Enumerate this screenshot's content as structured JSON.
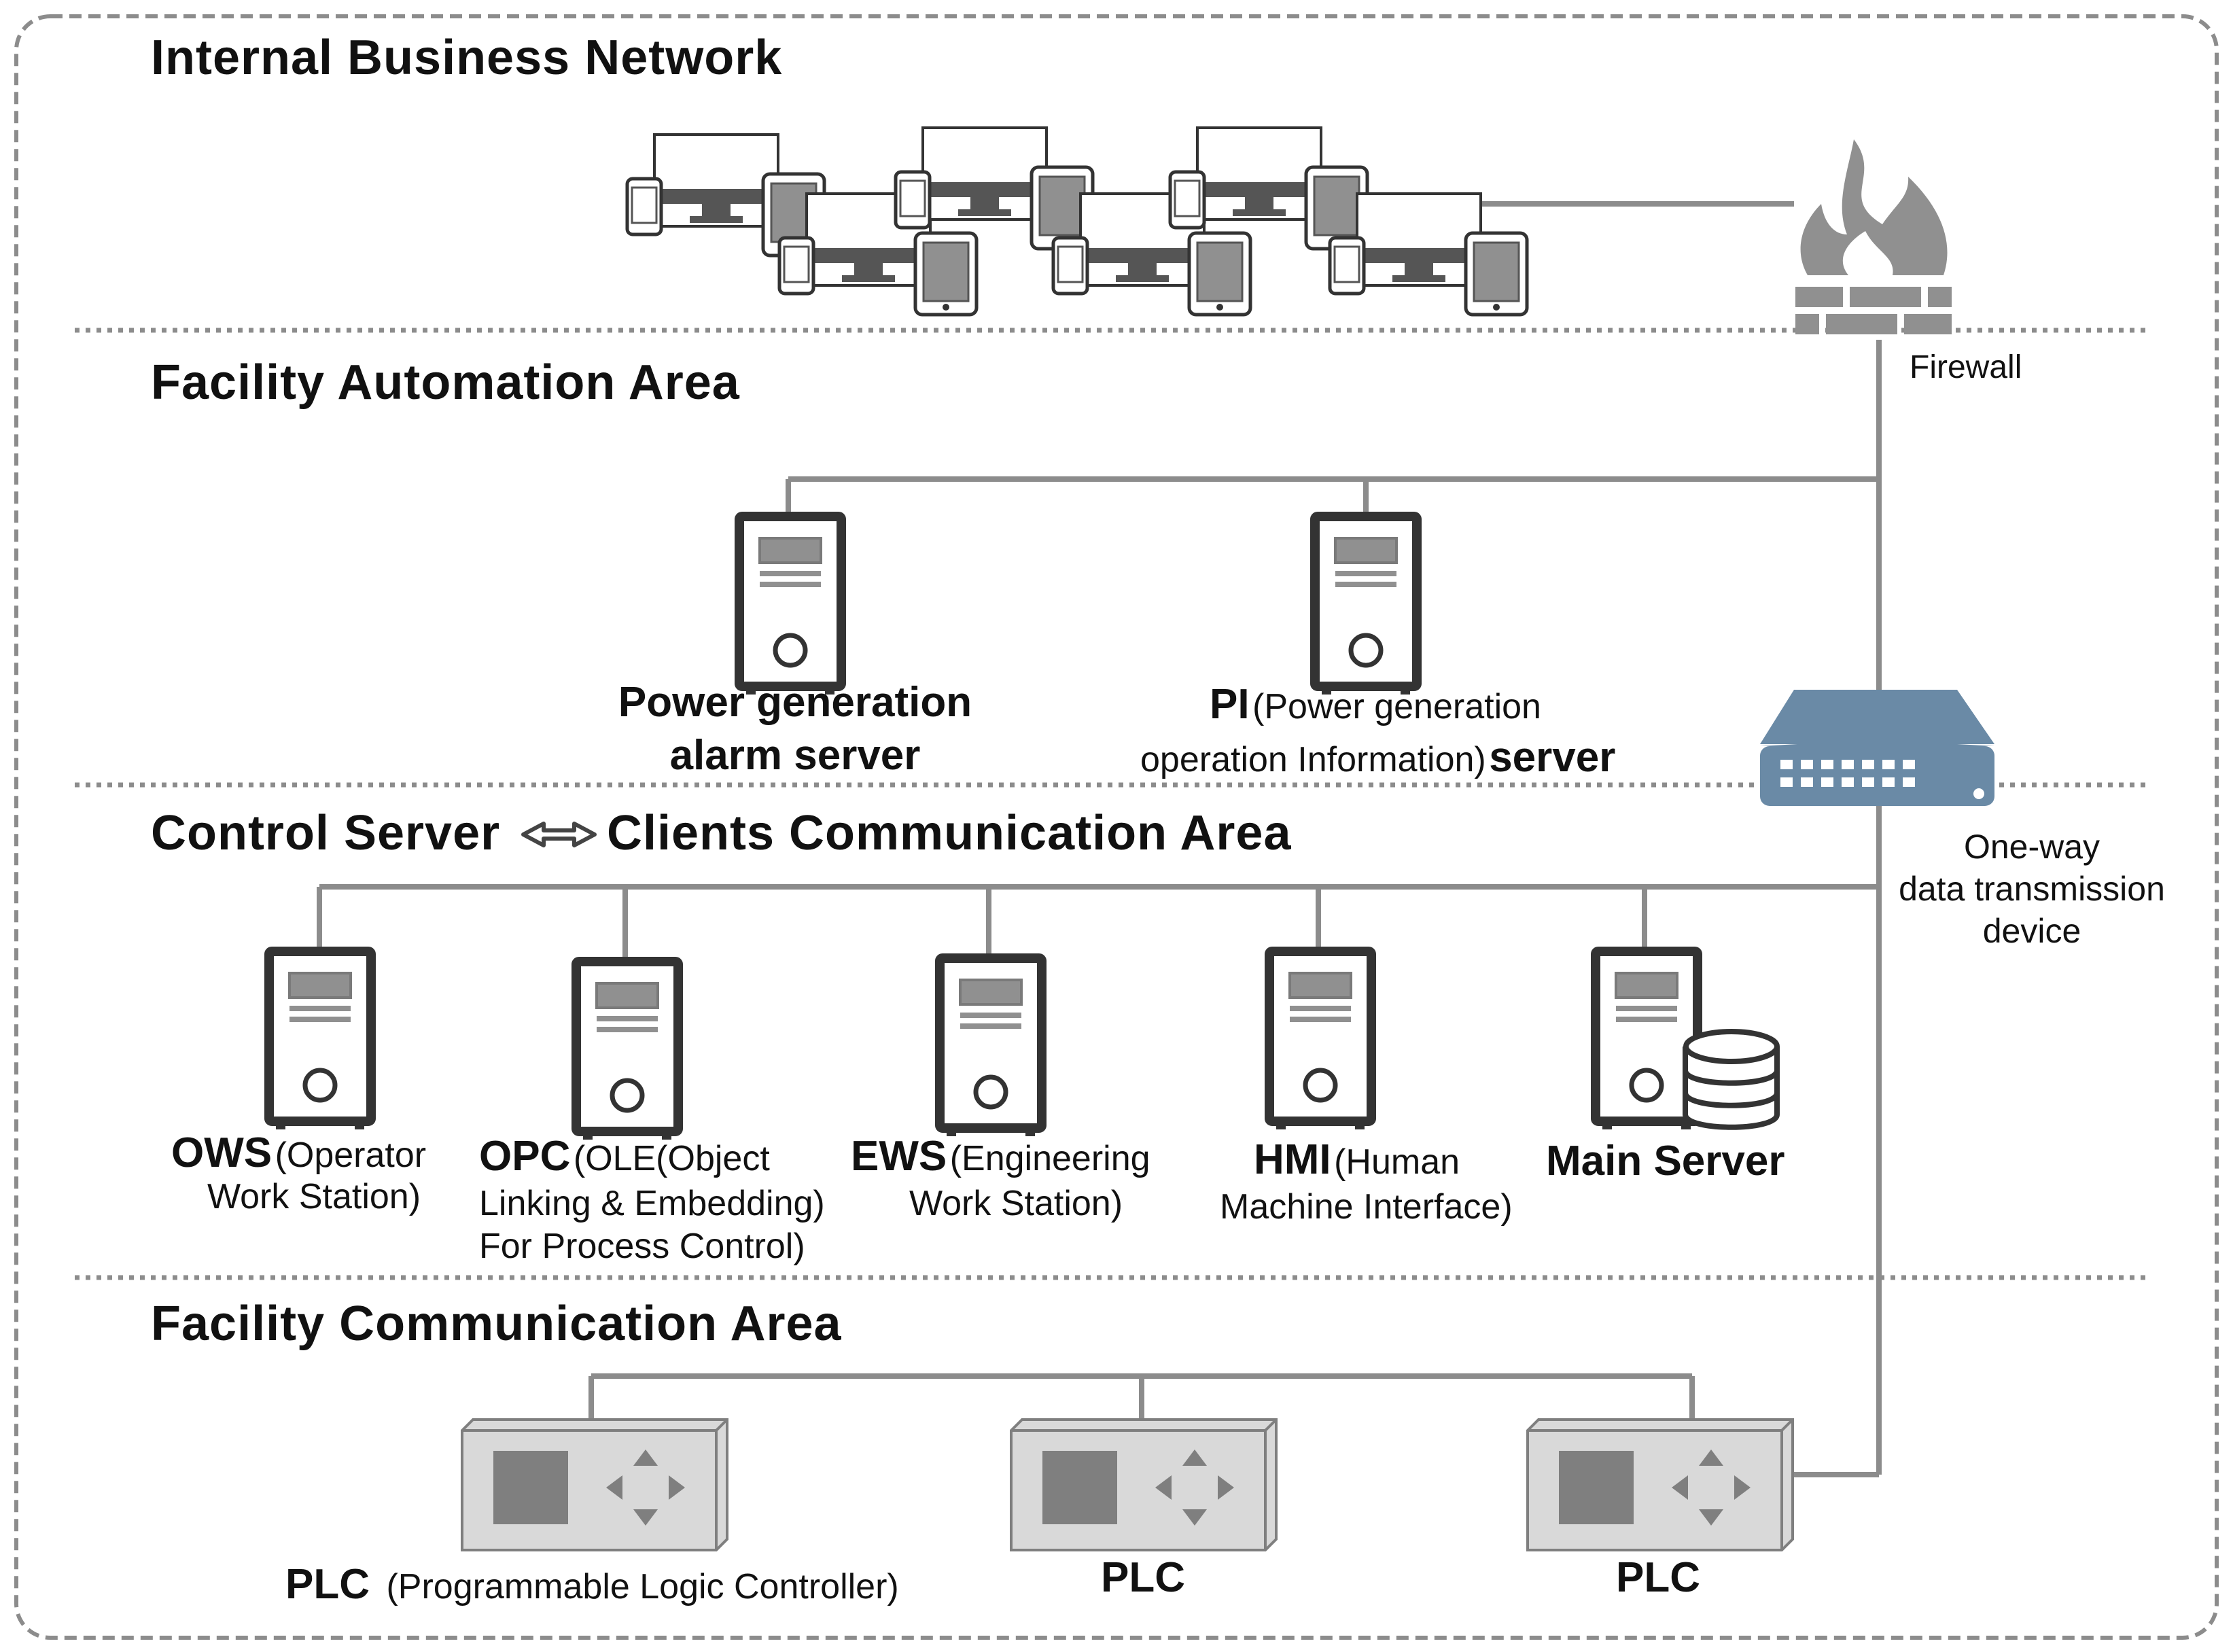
{
  "zones": {
    "internal": "Internal Business Network",
    "automation": "Facility Automation Area",
    "control_left": "Control Server",
    "control_right": "Clients Communication Area",
    "facility": "Facility Communication Area"
  },
  "devices": {
    "firewall": "Firewall",
    "oneway_line1": "One-way",
    "oneway_line2": "data transmission",
    "oneway_line3": "device"
  },
  "servers": {
    "alarm_line1": "Power generation",
    "alarm_line2": "alarm server",
    "pi_bold": "PI",
    "pi_paren": "(Power generation",
    "pi_line2": "operation Information)",
    "pi_line2_bold": "server"
  },
  "clients": {
    "ows_bold": "OWS",
    "ows_paren": "(Operator",
    "ows_line2": "Work Station)",
    "opc_bold": "OPC",
    "opc_paren": "(OLE(Object",
    "opc_line2": "Linking & Embedding)",
    "opc_line3": "For Process Control)",
    "ews_bold": "EWS",
    "ews_paren": "(Engineering",
    "ews_line2": "Work Station)",
    "hmi_bold": "HMI",
    "hmi_paren": "(Human",
    "hmi_line2": "Machine Interface)",
    "main": "Main Server"
  },
  "plcs": {
    "plc1_bold": "PLC",
    "plc1_paren": "(Programmable Logic Controller)",
    "plc2": "PLC",
    "plc3": "PLC"
  },
  "colors": {
    "line": "#8c8c8c",
    "device_dark": "#333333",
    "device_gray": "#909090",
    "switch_blue": "#6a8aa6",
    "plc_body": "#d9d9d9",
    "plc_dark": "#7f7f7f"
  }
}
